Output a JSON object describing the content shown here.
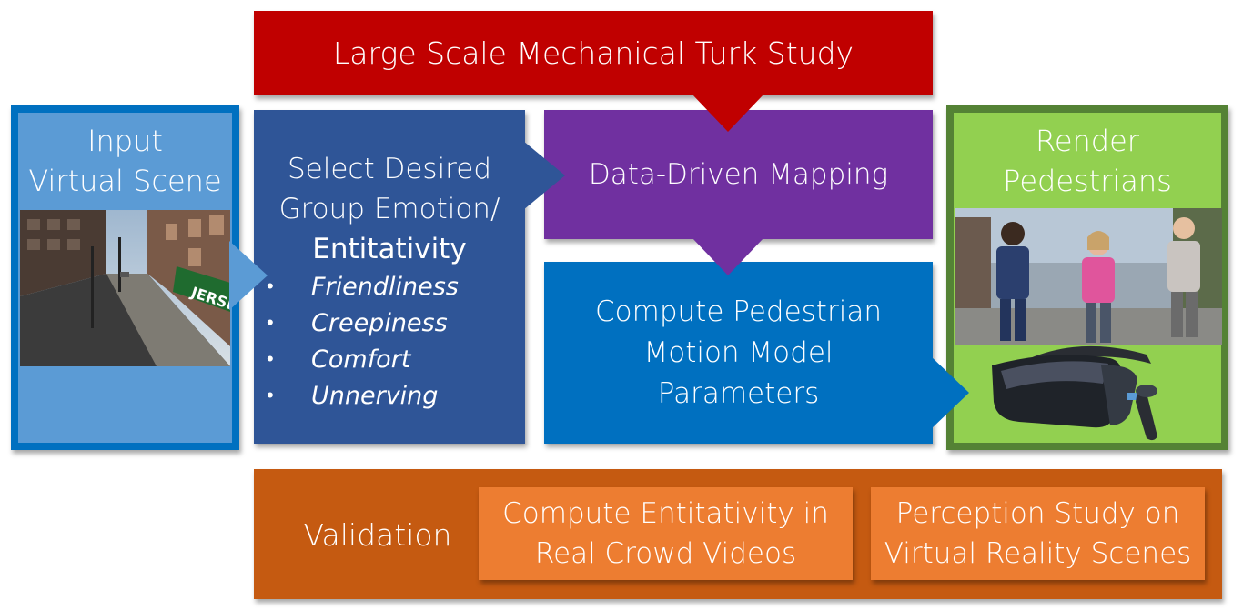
{
  "top_banner": {
    "title": "Large Scale Mechanical Turk Study"
  },
  "input_panel": {
    "title_line1": "Input",
    "title_line2": "Virtual Scene",
    "sign_text": "JERSE"
  },
  "select_panel": {
    "title_line1": "Select Desired",
    "title_line2": "Group Emotion/",
    "title_line3": "Entitativity",
    "items": [
      "Friendliness",
      "Creepiness",
      "Comfort",
      "Unnerving"
    ]
  },
  "mapping_box": {
    "title": "Data-Driven Mapping"
  },
  "motion_box": {
    "line1": "Compute Pedestrian",
    "line2": "Motion Model",
    "line3": "Parameters"
  },
  "render_panel": {
    "title_line1": "Render",
    "title_line2": "Pedestrians"
  },
  "validation": {
    "label": "Validation",
    "box1_line1": "Compute Entitativity in",
    "box1_line2": "Real Crowd Videos",
    "box2_line1": "Perception Study on",
    "box2_line2": "Virtual Reality Scenes"
  },
  "colors": {
    "turk": "#c00000",
    "select": "#2f5597",
    "mapping": "#7030a0",
    "motion": "#0070c0",
    "input_border": "#0070c0",
    "input_fill": "#5b9bd5",
    "render_border": "#548235",
    "render_fill": "#92d050",
    "validation": "#c55a11",
    "validation_inner": "#ed7d31"
  }
}
